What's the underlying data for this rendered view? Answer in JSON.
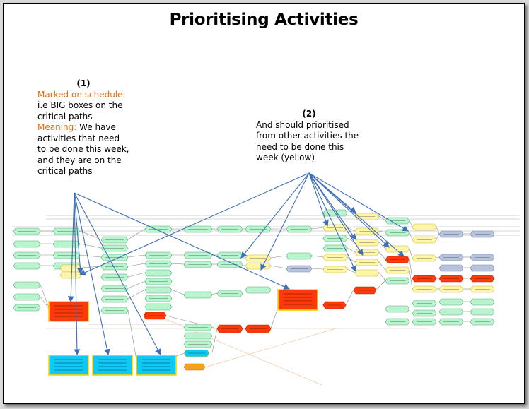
{
  "slide": {
    "title": "Prioritising Activities"
  },
  "note_1": {
    "number": "(1)",
    "marked_label": "Marked on schedule:",
    "marked_text": "i.e BIG boxes on  the critical paths",
    "meaning_label": "Meaning:",
    "meaning_text": " We have activities that need to be done this week, and they are on the critical paths"
  },
  "note_2": {
    "number": "(2)",
    "text": "And should prioritised from other activities the need to be done this week (yellow)"
  },
  "colors": {
    "normal_activity": "#b7f5cf",
    "this_week_activity": "#fff6a8",
    "critical_activity": "#ff3a0a",
    "future_activity": "#b8c4de",
    "big_box_blue": "#0fc8f4",
    "big_box_border": "#ffd200",
    "annotation_arrow": "#3d6fb6",
    "accent_text": "#e36c09"
  }
}
